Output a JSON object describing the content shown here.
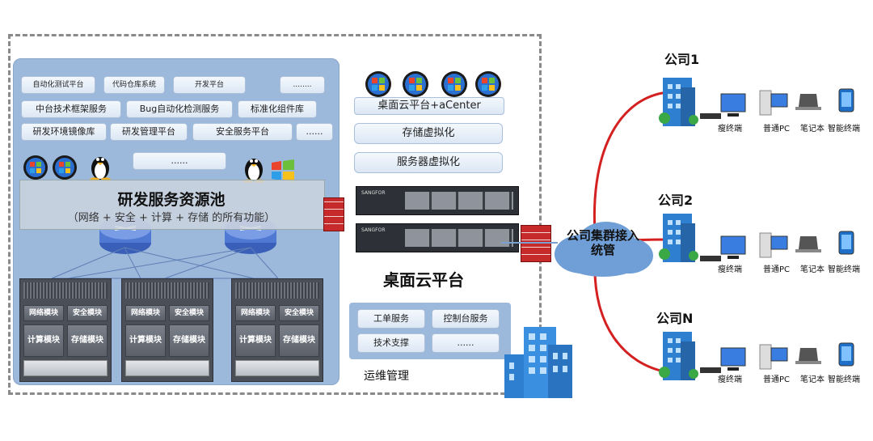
{
  "rd_pool": {
    "services_row1": [
      "自动化测试平台",
      "代码仓库系统",
      "开发平台",
      "........"
    ],
    "services_row2": [
      "中台技术框架服务",
      "Bug自动化检测服务",
      "标准化组件库"
    ],
    "services_row3": [
      "研发环境镜像库",
      "研发管理平台",
      "安全服务平台",
      "......"
    ],
    "placeholder": "......",
    "title": "研发服务资源池",
    "subtitle": "（网络 + 安全 + 计算 + 存储 的所有功能）",
    "racks": [
      {
        "network": "网络模块",
        "security": "安全模块",
        "compute": "计算模块",
        "storage": "存储模块"
      },
      {
        "network": "网络模块",
        "security": "安全模块",
        "compute": "计算模块",
        "storage": "存储模块"
      },
      {
        "network": "网络模块",
        "security": "安全模块",
        "compute": "计算模块",
        "storage": "存储模块"
      }
    ]
  },
  "desktop_cloud": {
    "acenter_label": "桌面云平台+aCenter",
    "storage_virt": "存储虚拟化",
    "server_virt": "服务器虚拟化",
    "server_brand": "SANGFOR",
    "platform_title": "桌面云平台"
  },
  "ops": {
    "items": [
      "工单服务",
      "控制台服务",
      "技术支撑",
      "......"
    ],
    "label": "运维管理"
  },
  "cloud": {
    "label": "公司集群接入统管"
  },
  "companies": [
    {
      "name": "公司1",
      "devices": [
        "瘦终端",
        "普通PC",
        "笔记本",
        "智能终端"
      ]
    },
    {
      "name": "公司2",
      "devices": [
        "瘦终端",
        "普通PC",
        "笔记本",
        "智能终端"
      ]
    },
    {
      "name": "公司N",
      "devices": [
        "瘦终端",
        "普通PC",
        "笔记本",
        "智能终端"
      ]
    }
  ],
  "colors": {
    "panel": "#9cb8da",
    "link": "#d42020",
    "building": "#2f7fd0",
    "frame": "#8a8a8a"
  }
}
